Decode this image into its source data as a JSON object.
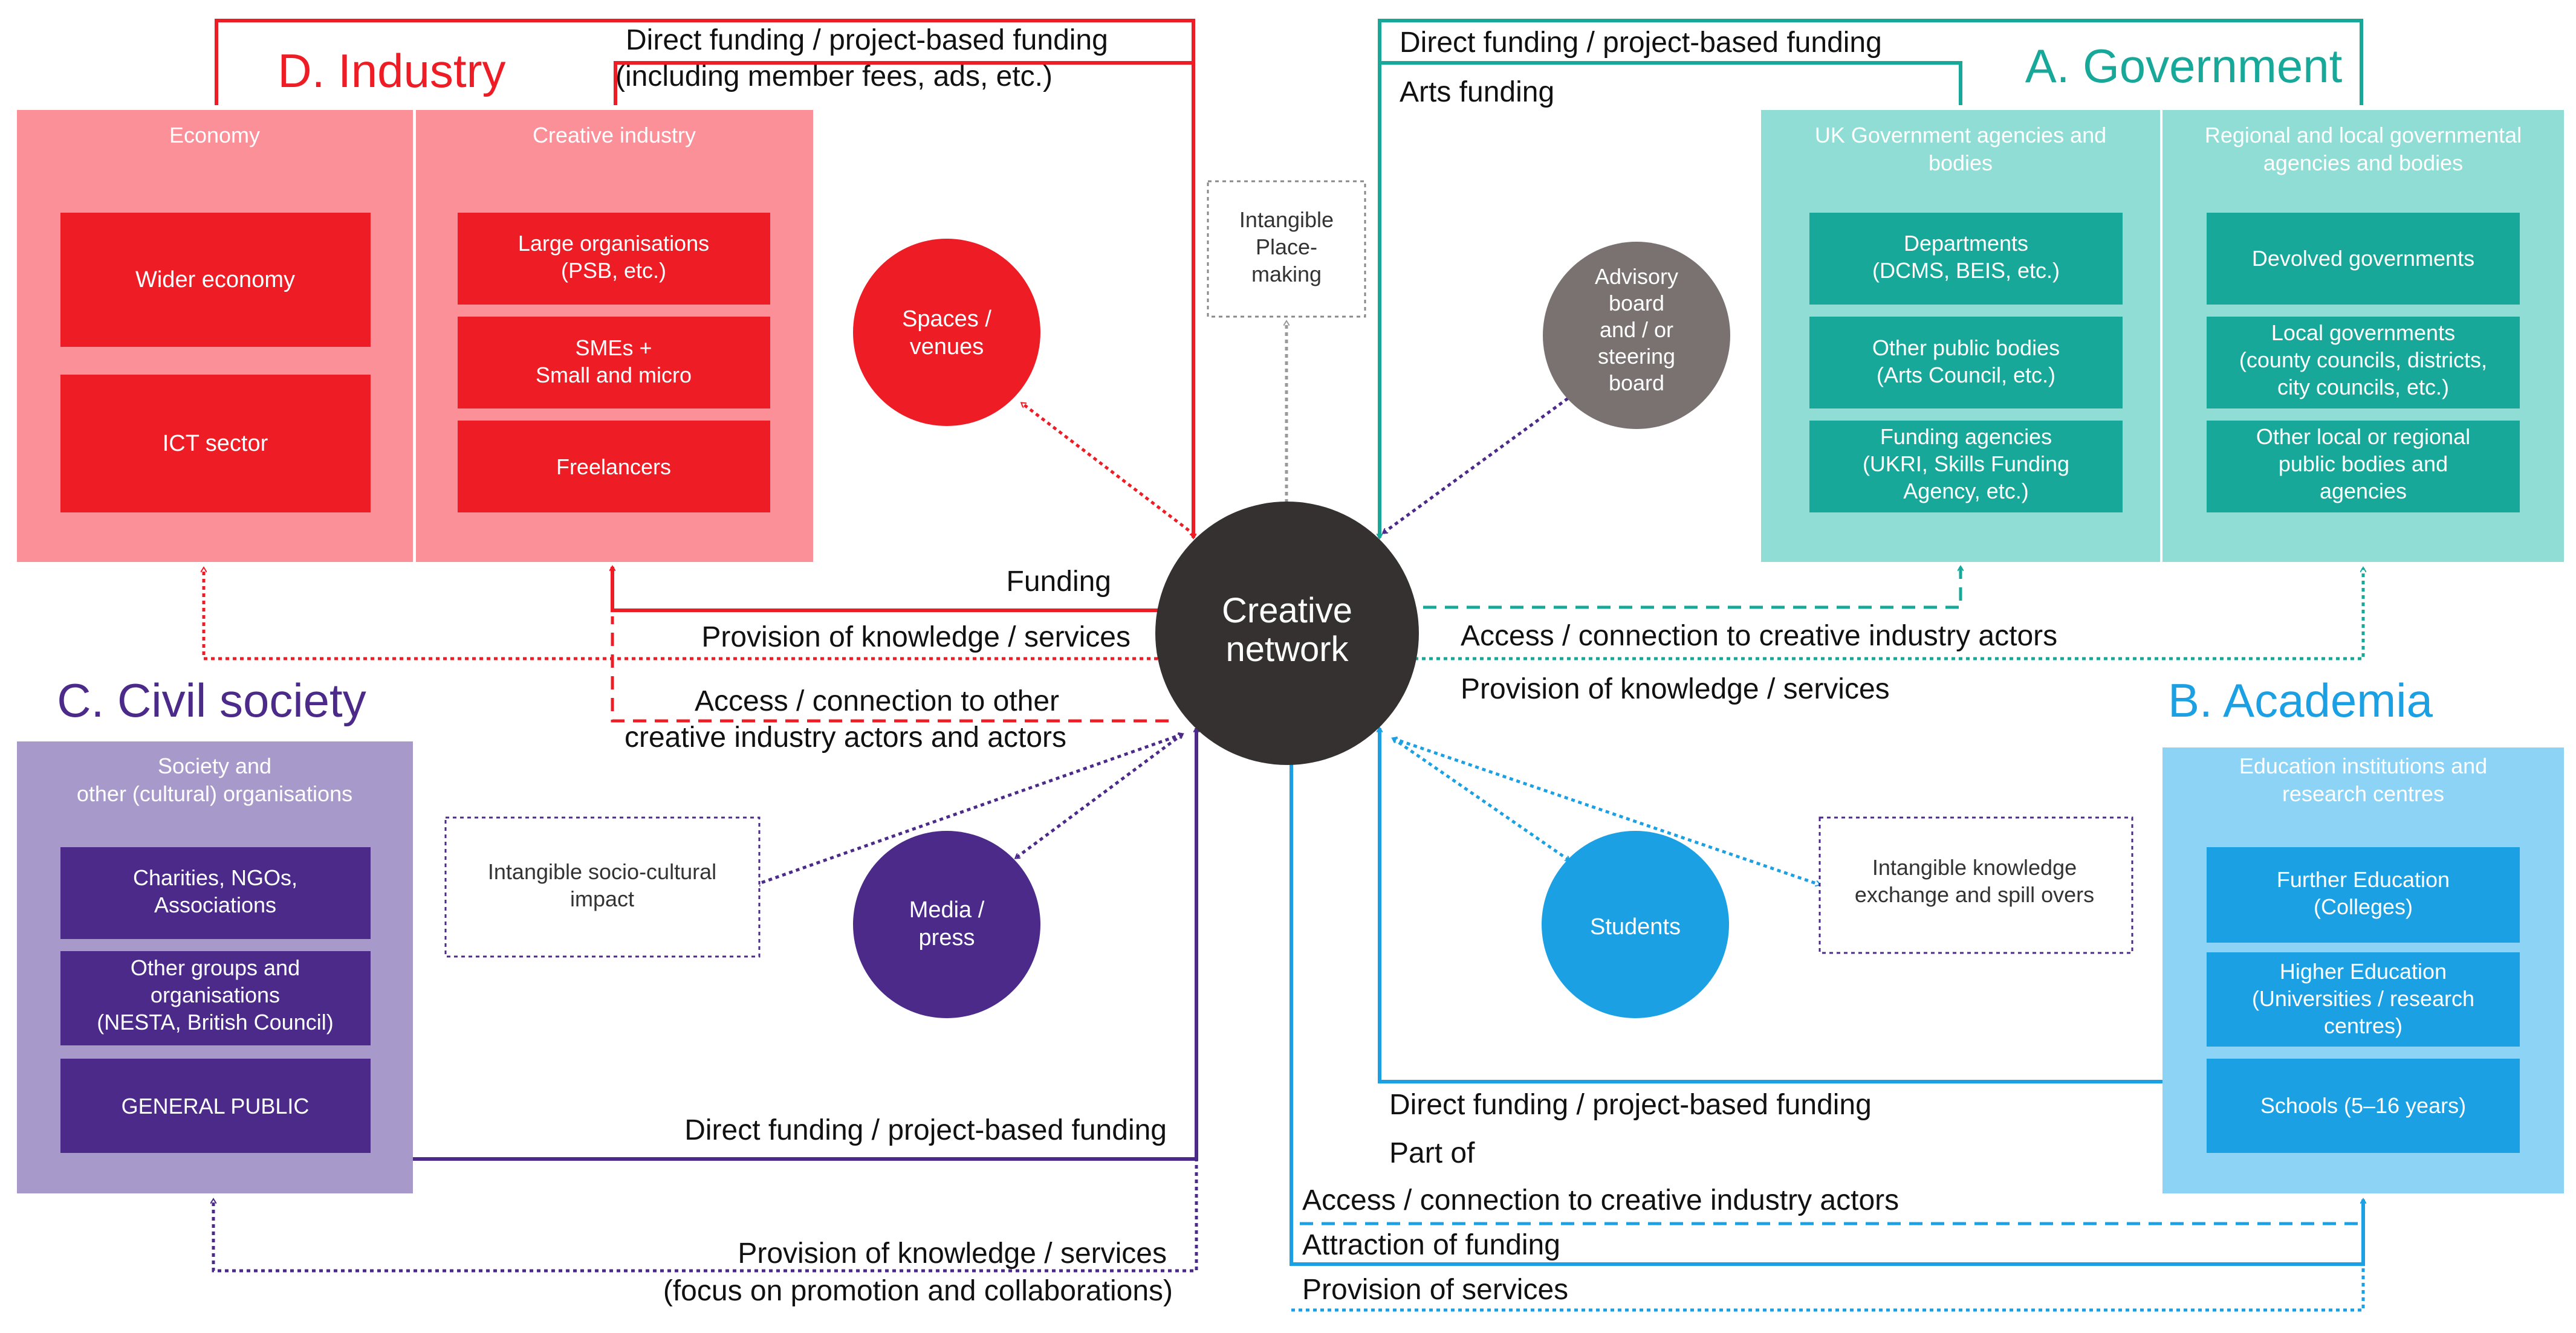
{
  "center": {
    "label_line1": "Creative",
    "label_line2": "network"
  },
  "industry": {
    "title": "D. Industry",
    "economy": {
      "header": "Economy",
      "items": [
        "Wider economy",
        "ICT sector"
      ]
    },
    "creative": {
      "header": "Creative industry",
      "items": [
        [
          "Large organisations",
          "(PSB, etc.)"
        ],
        [
          "SMEs +",
          "Small and micro"
        ],
        [
          "Freelancers"
        ]
      ]
    }
  },
  "government": {
    "title": "A. Government",
    "uk": {
      "header": [
        "UK Government agencies and",
        "bodies"
      ],
      "items": [
        [
          "Departments",
          "(DCMS, BEIS, etc.)"
        ],
        [
          "Other public bodies",
          "(Arts Council, etc.)"
        ],
        [
          "Funding agencies",
          "(UKRI, Skills Funding",
          "Agency, etc.)"
        ]
      ]
    },
    "regional": {
      "header": [
        "Regional and local governmental",
        "agencies and bodies"
      ],
      "items": [
        [
          "Devolved governments"
        ],
        [
          "Local governments",
          "(county councils, districts,",
          "city councils, etc.)"
        ],
        [
          "Other local or regional",
          "public bodies and",
          "agencies"
        ]
      ]
    }
  },
  "civil": {
    "title": "C. Civil society",
    "header": [
      "Society and",
      "other (cultural) organisations"
    ],
    "items": [
      [
        "Charities, NGOs,",
        "Associations"
      ],
      [
        "Other groups and",
        "organisations",
        "(NESTA, British Council)"
      ],
      [
        "GENERAL PUBLIC"
      ]
    ]
  },
  "academia": {
    "title": "B. Academia",
    "header": [
      "Education institutions and",
      "research centres"
    ],
    "items": [
      [
        "Further Education",
        "(Colleges)"
      ],
      [
        "Higher Education",
        "(Universities / research",
        "centres)"
      ],
      [
        "Schools (5–16 years)"
      ]
    ]
  },
  "circles": {
    "spaces": [
      "Spaces /",
      "venues"
    ],
    "advisory": [
      "Advisory",
      "board",
      "and / or",
      "steering",
      "board"
    ],
    "media": [
      "Media /",
      "press"
    ],
    "students": [
      "Students"
    ]
  },
  "intangibles": {
    "placemaking": [
      "Intangible",
      "Place-",
      "making"
    ],
    "sociocultural": [
      "Intangible socio-cultural",
      "impact"
    ],
    "knowledge": [
      "Intangible knowledge",
      "exchange and spill overs"
    ]
  },
  "flows": {
    "d_funding_1": "Direct funding / project-based funding",
    "d_funding_2": "(including member fees, ads, etc.)",
    "a_funding": "Direct funding / project-based funding",
    "a_arts": "Arts funding",
    "d_funding_small": "Funding",
    "d_provision": "Provision of knowledge / services",
    "d_access_1": "Access / connection to other",
    "d_access_2": "creative industry actors and actors",
    "a_access": "Access / connection to creative industry actors",
    "a_provision": "Provision of knowledge / services",
    "c_funding": "Direct funding / project-based funding",
    "c_provision_1": "Provision of knowledge / services",
    "c_provision_2": "(focus on promotion and collaborations)",
    "b_funding": "Direct funding / project-based funding",
    "b_partof": "Part of",
    "b_access": "Access / connection to creative industry actors",
    "b_attraction": "Attraction of funding",
    "b_provision": "Provision of services"
  },
  "colors": {
    "industry": "#ee1c25",
    "industry_light": "#fb9099",
    "government": "#17a89a",
    "government_light": "#8fddd4",
    "civil": "#4b2a8a",
    "civil_light": "#a799c9",
    "academia": "#1aa0e3",
    "academia_light": "#8dd3f5",
    "center": "#363131",
    "advisory": "#7a7271"
  }
}
